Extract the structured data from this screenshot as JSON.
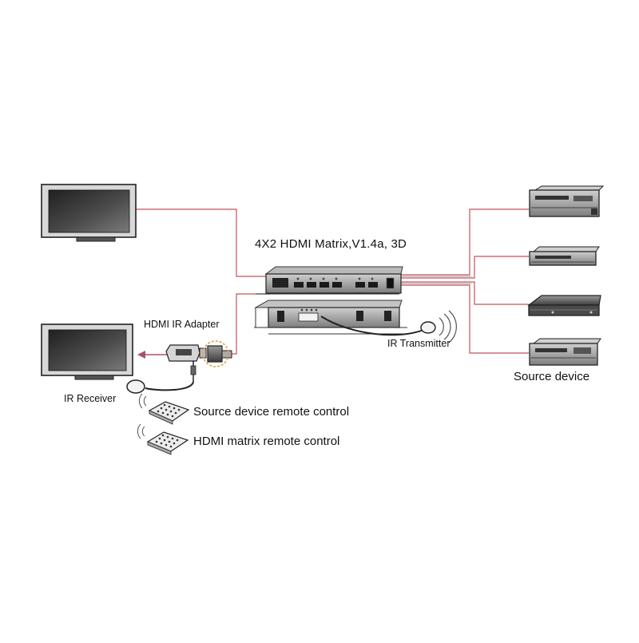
{
  "labels": {
    "matrix_title": "4X2 HDMI Matrix,V1.4a, 3D",
    "hdmi_ir_adapter": "HDMI IR Adapter",
    "ir_transmitter": "IR Transmitter",
    "ir_receiver": "IR Receiver",
    "source_device": "Source device",
    "source_remote": "Source device remote control",
    "matrix_remote": "HDMI matrix remote control"
  },
  "colors": {
    "hdmi_cable": "#c8505a",
    "signal_arrow": "#a8506e",
    "ir_cable": "#222222",
    "device_metal": "#8a8a8a",
    "screen_dark": "#3a3a3a"
  },
  "icons": [
    "tv-icon",
    "hdmi-matrix-icon",
    "dvd-player-icon",
    "game-console-icon",
    "remote-control-icon",
    "ir-receiver-icon",
    "ir-transmitter-icon",
    "hdmi-ir-adapter-icon"
  ]
}
